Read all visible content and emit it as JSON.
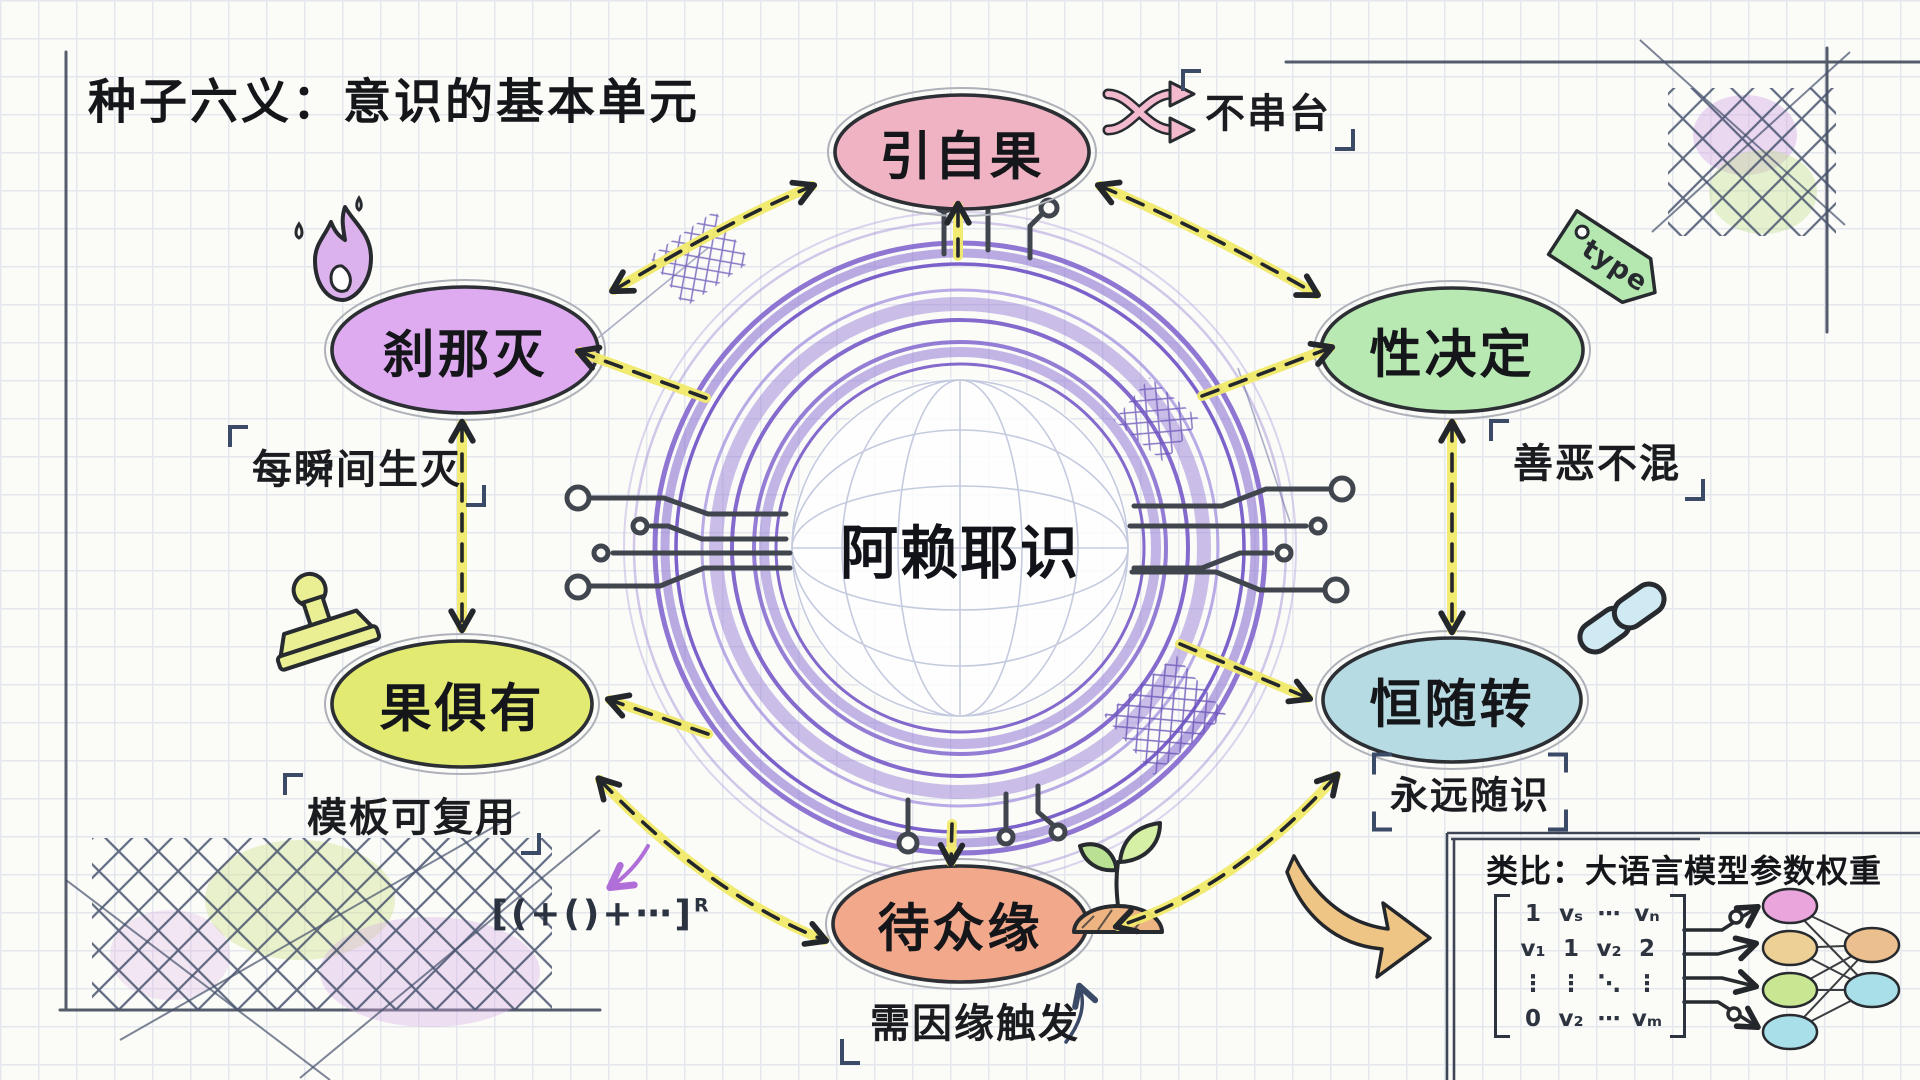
{
  "title": "种子六义：意识的基本单元",
  "center": {
    "label": "阿赖耶识"
  },
  "nodes": [
    {
      "label": "引自果",
      "annotation": "不串台",
      "fill": "#f0b3c3",
      "icon": "shuffle-arrows"
    },
    {
      "label": "刹那灭",
      "annotation": "每瞬间生灭",
      "fill": "#dfabf0",
      "icon": "flame"
    },
    {
      "label": "性决定",
      "annotation": "善恶不混",
      "fill": "#b9e9b3",
      "icon": "type-tag",
      "tag_text": "type"
    },
    {
      "label": "果俱有",
      "annotation": "模板可复用",
      "fill": "#e2ea72",
      "icon": "stamp"
    },
    {
      "label": "恒随转",
      "annotation": "永远随识",
      "fill": "#b7dbe3",
      "icon": "chain-link"
    },
    {
      "label": "待众缘",
      "annotation": "需因缘触发",
      "fill": "#f2a88b",
      "icon": "sprout"
    }
  ],
  "formula": {
    "body": "[(+()+⋯]",
    "sup": "R"
  },
  "analogy": {
    "title": "类比：大语言模型参数权重",
    "matrix": [
      [
        "1",
        "vₛ",
        "⋯",
        "vₙ"
      ],
      [
        "v₁",
        "1",
        "v₂",
        "2"
      ],
      [
        "⋮",
        "⋮",
        "⋱",
        "⋮"
      ],
      [
        "0",
        "v₂",
        "⋯",
        "vₘ"
      ]
    ]
  },
  "colors": {
    "arrow_yellow": "#f1ea6a",
    "ink": "#23262a",
    "ring_purple": "#6d50c4",
    "bracket_blue": "#3b4a66"
  }
}
